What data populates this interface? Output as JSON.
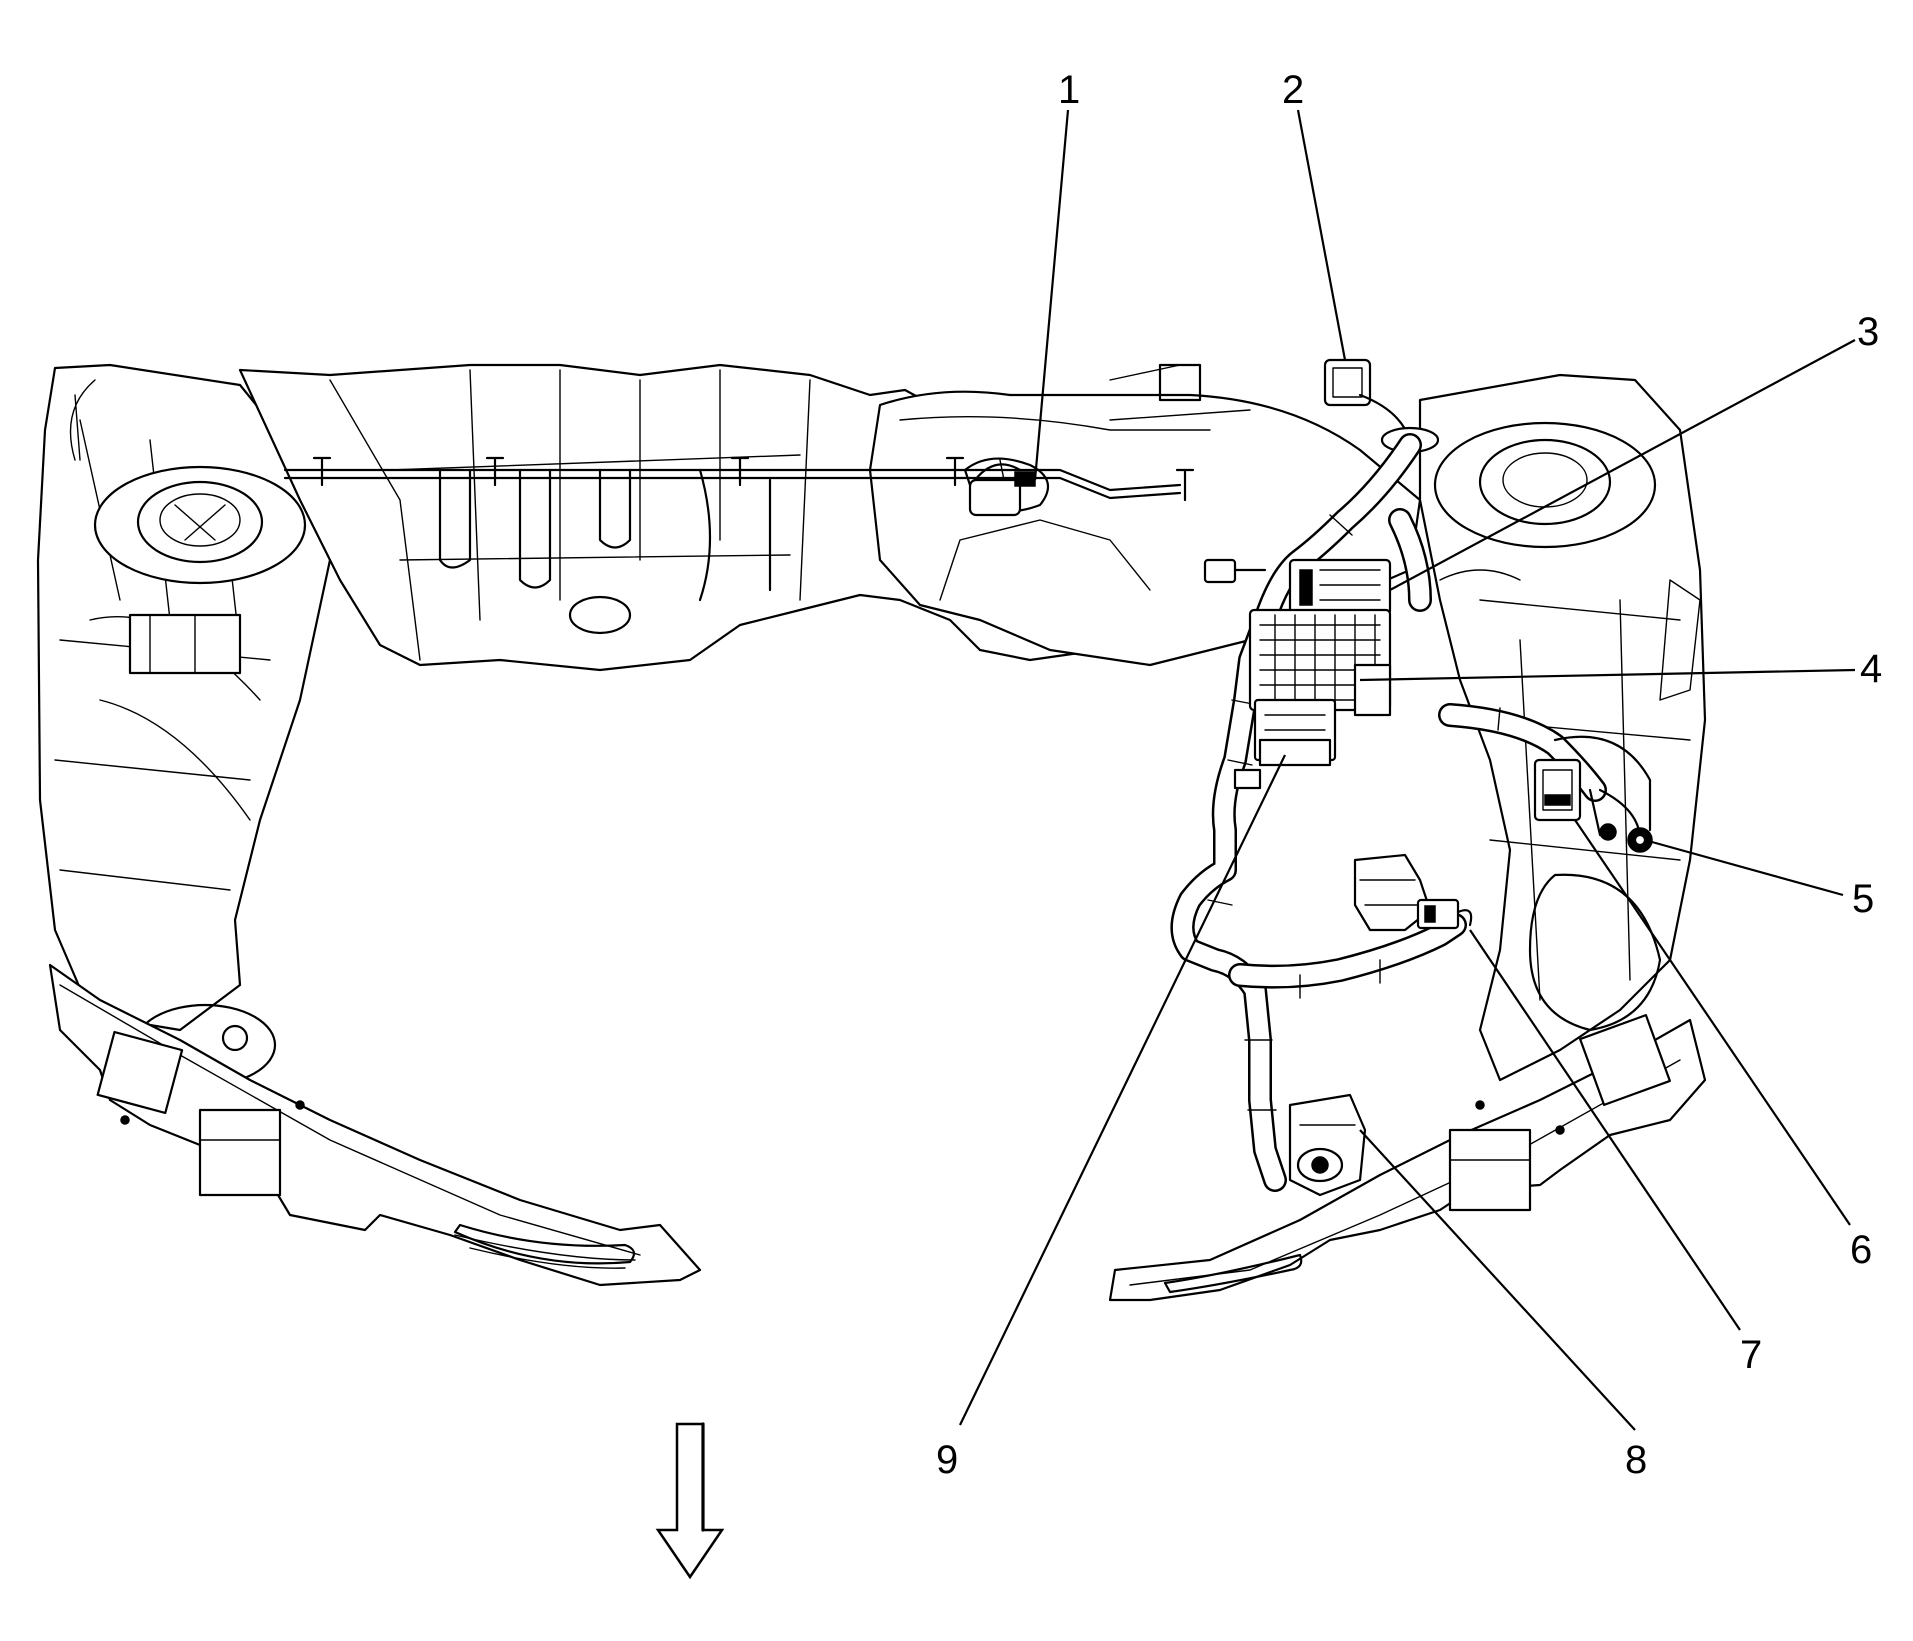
{
  "diagram": {
    "callouts": [
      {
        "id": 1,
        "label": "1"
      },
      {
        "id": 2,
        "label": "2"
      },
      {
        "id": 3,
        "label": "3"
      },
      {
        "id": 4,
        "label": "4"
      },
      {
        "id": 5,
        "label": "5"
      },
      {
        "id": 6,
        "label": "6"
      },
      {
        "id": 7,
        "label": "7"
      },
      {
        "id": 8,
        "label": "8"
      },
      {
        "id": 9,
        "label": "9"
      }
    ],
    "direction_arrow": "down-arrow-icon"
  }
}
